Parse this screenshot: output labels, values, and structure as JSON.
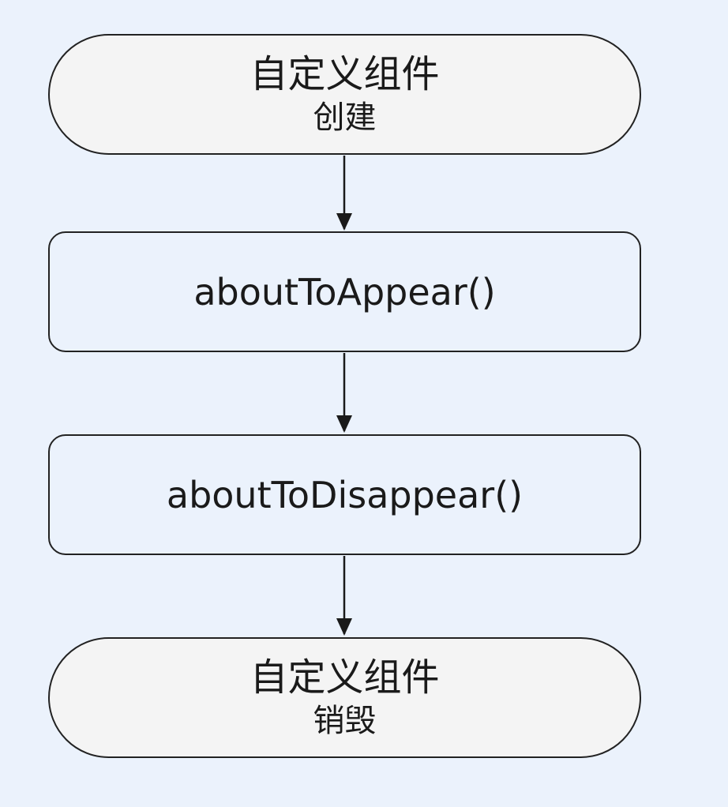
{
  "diagram": {
    "nodes": [
      {
        "id": "start",
        "shape": "terminal",
        "line1": "自定义组件",
        "line2": "创建"
      },
      {
        "id": "appear",
        "shape": "process",
        "label": "aboutToAppear()"
      },
      {
        "id": "disappear",
        "shape": "process",
        "label": "aboutToDisappear()"
      },
      {
        "id": "end",
        "shape": "terminal",
        "line1": "自定义组件",
        "line2": "销毁"
      }
    ],
    "edges": [
      {
        "from": "start",
        "to": "appear"
      },
      {
        "from": "appear",
        "to": "disappear"
      },
      {
        "from": "disappear",
        "to": "end"
      }
    ],
    "colors": {
      "background": "#ebf2fc",
      "terminal_fill": "#f4f4f4",
      "stroke": "#222222"
    }
  }
}
